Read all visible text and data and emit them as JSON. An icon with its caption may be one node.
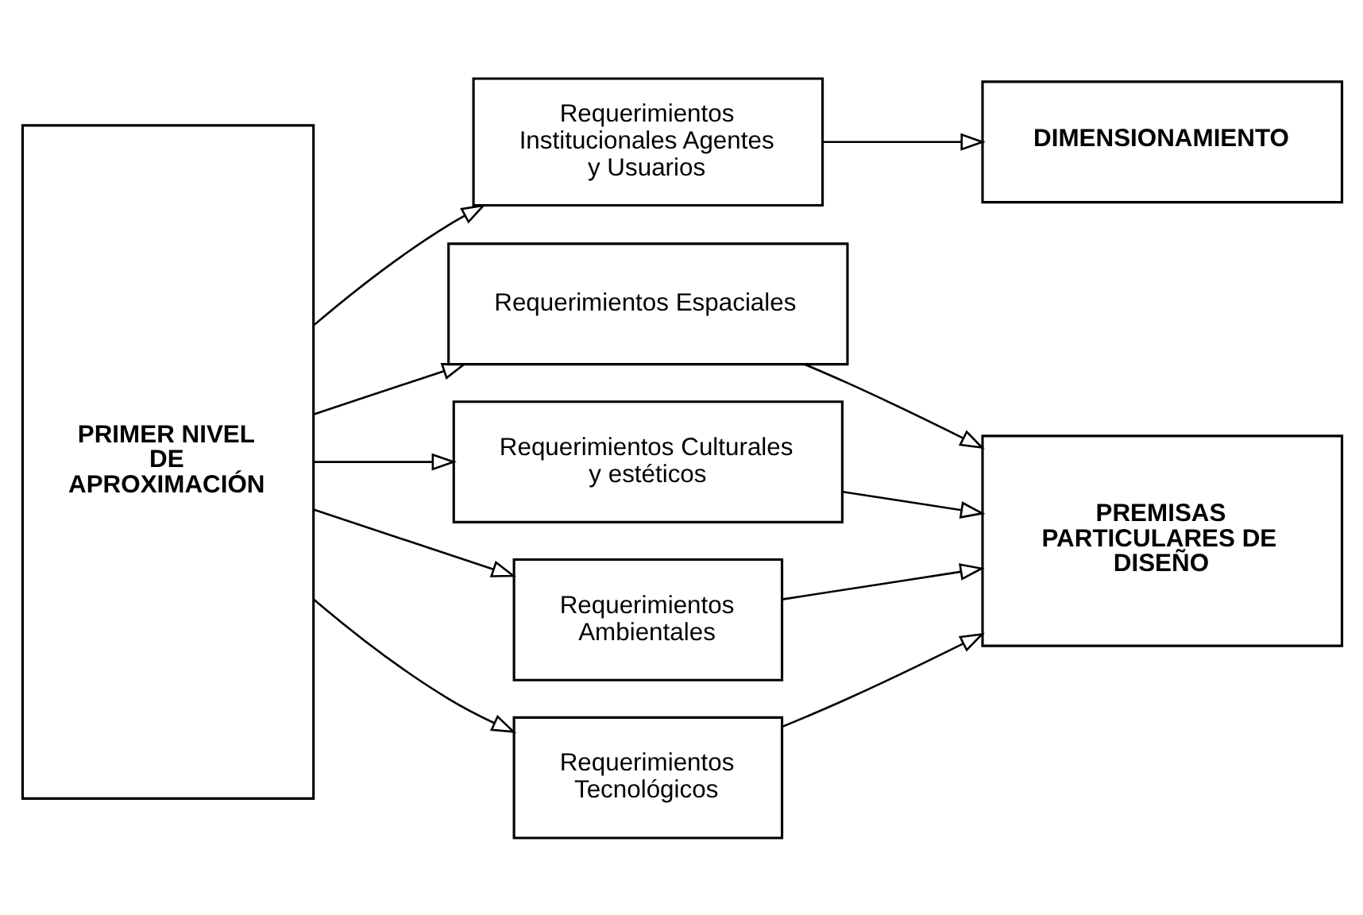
{
  "diagram": {
    "nodes": [
      {
        "text": [
          "PRIMER NIVEL DE APROXIMACIÓN"
        ]
      },
      {
        "text": [
          "Requerimientos Institucionales Agentes y Usuarios"
        ]
      },
      {
        "text": [
          "Requerimientos Espaciales"
        ]
      },
      {
        "text": [
          "Requerimientos Culturales y estéticos"
        ]
      },
      {
        "text": [
          "Requerimientos Ambientales"
        ]
      },
      {
        "text": [
          "Requerimientos Tecnológicos"
        ]
      },
      {
        "text": [
          "DIMENSIONAMIENTO"
        ]
      },
      {
        "text": [
          "PREMISAS PARTICULARES DE DISEÑO"
        ]
      }
    ],
    "edges": [
      {
        "from": 0,
        "to": 1,
        "arrow": "to"
      },
      {
        "from": 0,
        "to": 2,
        "arrow": "to"
      },
      {
        "from": 0,
        "to": 3,
        "arrow": "to"
      },
      {
        "from": 0,
        "to": 4,
        "arrow": "to"
      },
      {
        "from": 0,
        "to": 5,
        "arrow": "to"
      },
      {
        "from": 1,
        "to": 6,
        "arrow": "to"
      },
      {
        "from": 2,
        "to": 7,
        "arrow": "to"
      },
      {
        "from": 3,
        "to": 7,
        "arrow": "to"
      },
      {
        "from": 4,
        "to": 7,
        "arrow": "to"
      },
      {
        "from": 5,
        "to": 7,
        "arrow": "to"
      }
    ]
  }
}
